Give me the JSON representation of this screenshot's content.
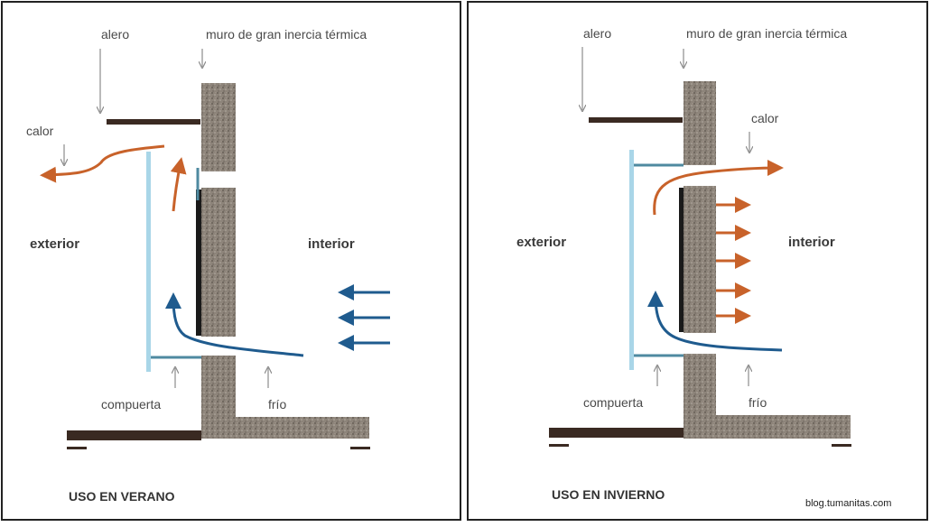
{
  "summer": {
    "alero": "alero",
    "muro": "muro de gran inercia térmica",
    "calor": "calor",
    "exterior": "exterior",
    "interior": "interior",
    "compuerta": "compuerta",
    "frio": "frío",
    "caption": "USO EN VERANO"
  },
  "winter": {
    "alero": "alero",
    "muro": "muro de gran inercia térmica",
    "calor": "calor",
    "exterior": "exterior",
    "interior": "interior",
    "compuerta": "compuerta",
    "frio": "frío",
    "caption": "USO EN INVIERNO"
  },
  "credit": "blog.tumanitas.com",
  "colors": {
    "hot_arrow": "#c8622a",
    "cold_arrow": "#1f5b8e",
    "glazing": "#a9d6e8",
    "gate": "#4f8aa0",
    "wall": "#8a8076",
    "slab": "#3a2a22",
    "pointer": "#8c8c8c"
  }
}
